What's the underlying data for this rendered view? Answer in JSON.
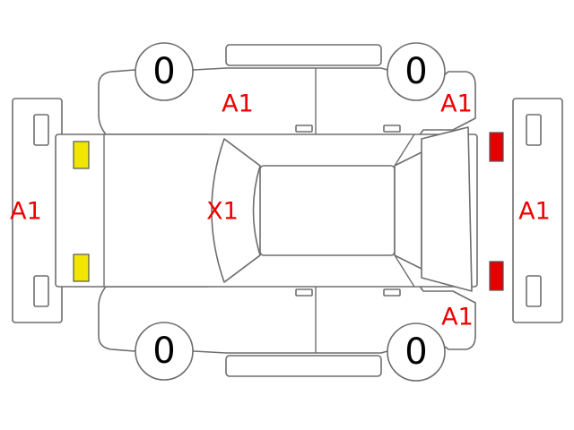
{
  "colors": {
    "damage_text": "#ee0000",
    "lamp_front": "#f2e600",
    "lamp_rear": "#e50000",
    "outline": "#6e6e6e"
  },
  "tires": {
    "front_left": "0",
    "rear_left": "0",
    "front_right": "0",
    "rear_right": "0"
  },
  "damage": {
    "front_bumper": "A1",
    "left_front_door": "A1",
    "left_rear_quarter": "A1",
    "roof_windshield": "X1",
    "rear_bumper": "A1",
    "right_rear_quarter": "A1"
  }
}
